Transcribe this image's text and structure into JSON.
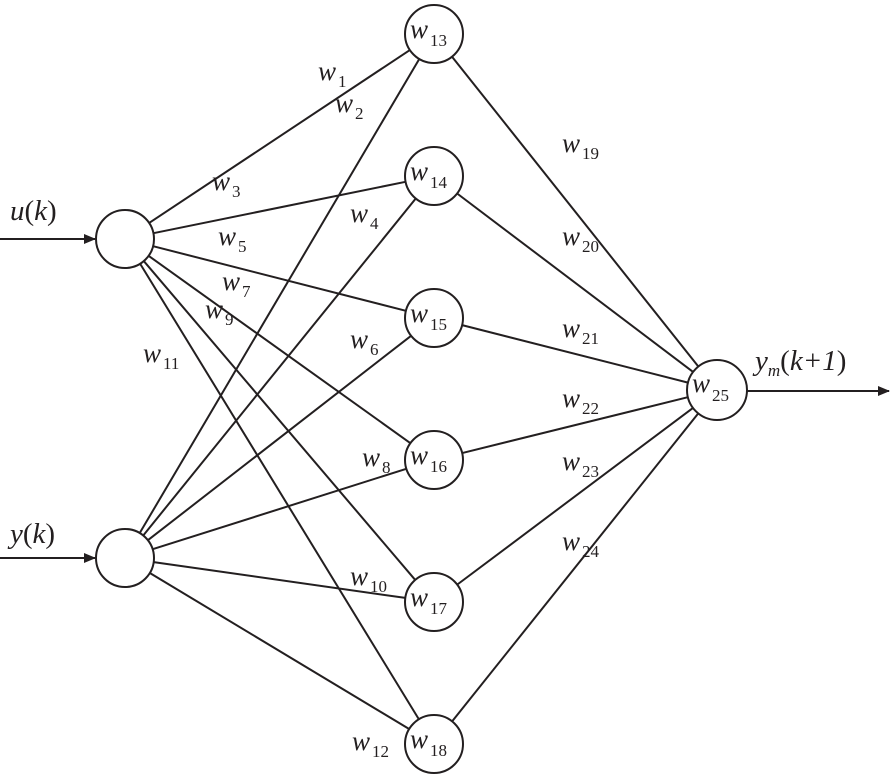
{
  "inputs": [
    {
      "id": "u",
      "label_var": "u",
      "label_arg": "k"
    },
    {
      "id": "y",
      "label_var": "y",
      "label_arg": "k"
    }
  ],
  "hidden_nodes": [
    {
      "label": "w",
      "sub": "13"
    },
    {
      "label": "w",
      "sub": "14"
    },
    {
      "label": "w",
      "sub": "15"
    },
    {
      "label": "w",
      "sub": "16"
    },
    {
      "label": "w",
      "sub": "17"
    },
    {
      "label": "w",
      "sub": "18"
    }
  ],
  "output_node": {
    "label": "w",
    "sub": "25"
  },
  "output_label": {
    "var": "y",
    "sub": "m",
    "arg": "k+1"
  },
  "input_edges_u": [
    "1",
    "3",
    "5",
    "7",
    "9",
    "11"
  ],
  "input_edges_y": [
    "2",
    "4",
    "6",
    "8",
    "10",
    "12"
  ],
  "output_edges": [
    "19",
    "20",
    "21",
    "22",
    "23",
    "24"
  ],
  "colors": {
    "stroke": "#231f20",
    "background": "#ffffff"
  }
}
